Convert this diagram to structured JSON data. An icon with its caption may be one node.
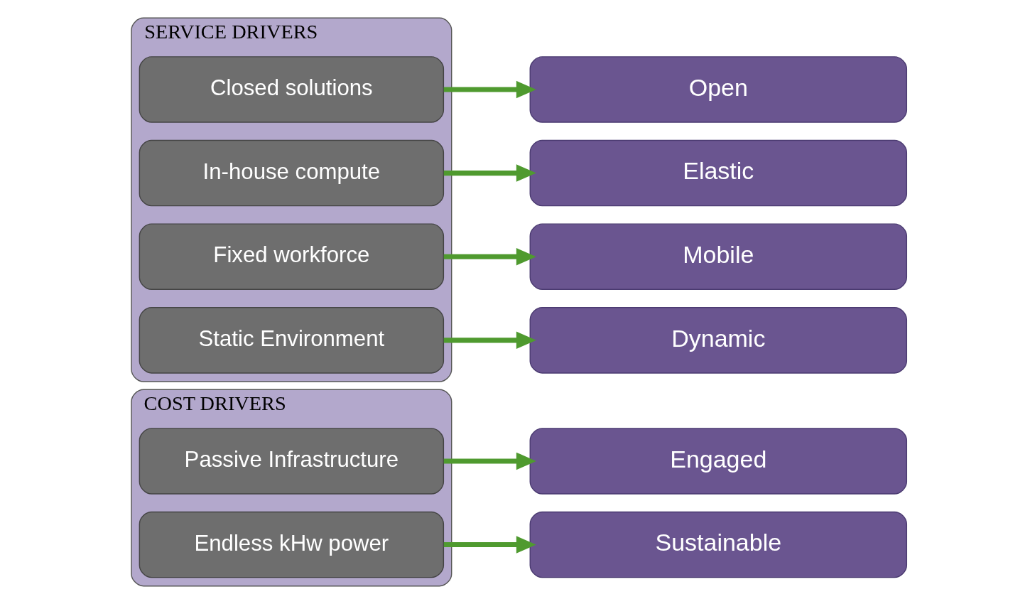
{
  "diagram": {
    "nodes": [
      {
        "text": [
          "SERVICE DRIVERS"
        ]
      },
      {
        "text": [
          "Closed solutions"
        ],
        "in": 0
      },
      {
        "text": [
          "Open"
        ]
      },
      {
        "text": [
          "In-house compute"
        ],
        "in": 0
      },
      {
        "text": [
          "Elastic"
        ]
      },
      {
        "text": [
          "Fixed workforce"
        ],
        "in": 0
      },
      {
        "text": [
          "Mobile"
        ]
      },
      {
        "text": [
          "Static Environment"
        ],
        "in": 0
      },
      {
        "text": [
          "Dynamic"
        ]
      },
      {
        "text": [
          "COST DRIVERS"
        ]
      },
      {
        "text": [
          "Passive Infrastructure"
        ],
        "in": 9
      },
      {
        "text": [
          "Engaged"
        ]
      },
      {
        "text": [
          "Endless kHw power"
        ],
        "in": 9
      },
      {
        "text": [
          "Sustainable"
        ]
      }
    ],
    "edges": [
      {
        "from": 1,
        "to": 2,
        "arrow": "to"
      },
      {
        "from": 3,
        "to": 4,
        "arrow": "to"
      },
      {
        "from": 5,
        "to": 6,
        "arrow": "to"
      },
      {
        "from": 7,
        "to": 8,
        "arrow": "to"
      },
      {
        "from": 10,
        "to": 11,
        "arrow": "to"
      },
      {
        "from": 12,
        "to": 13,
        "arrow": "to"
      }
    ]
  }
}
